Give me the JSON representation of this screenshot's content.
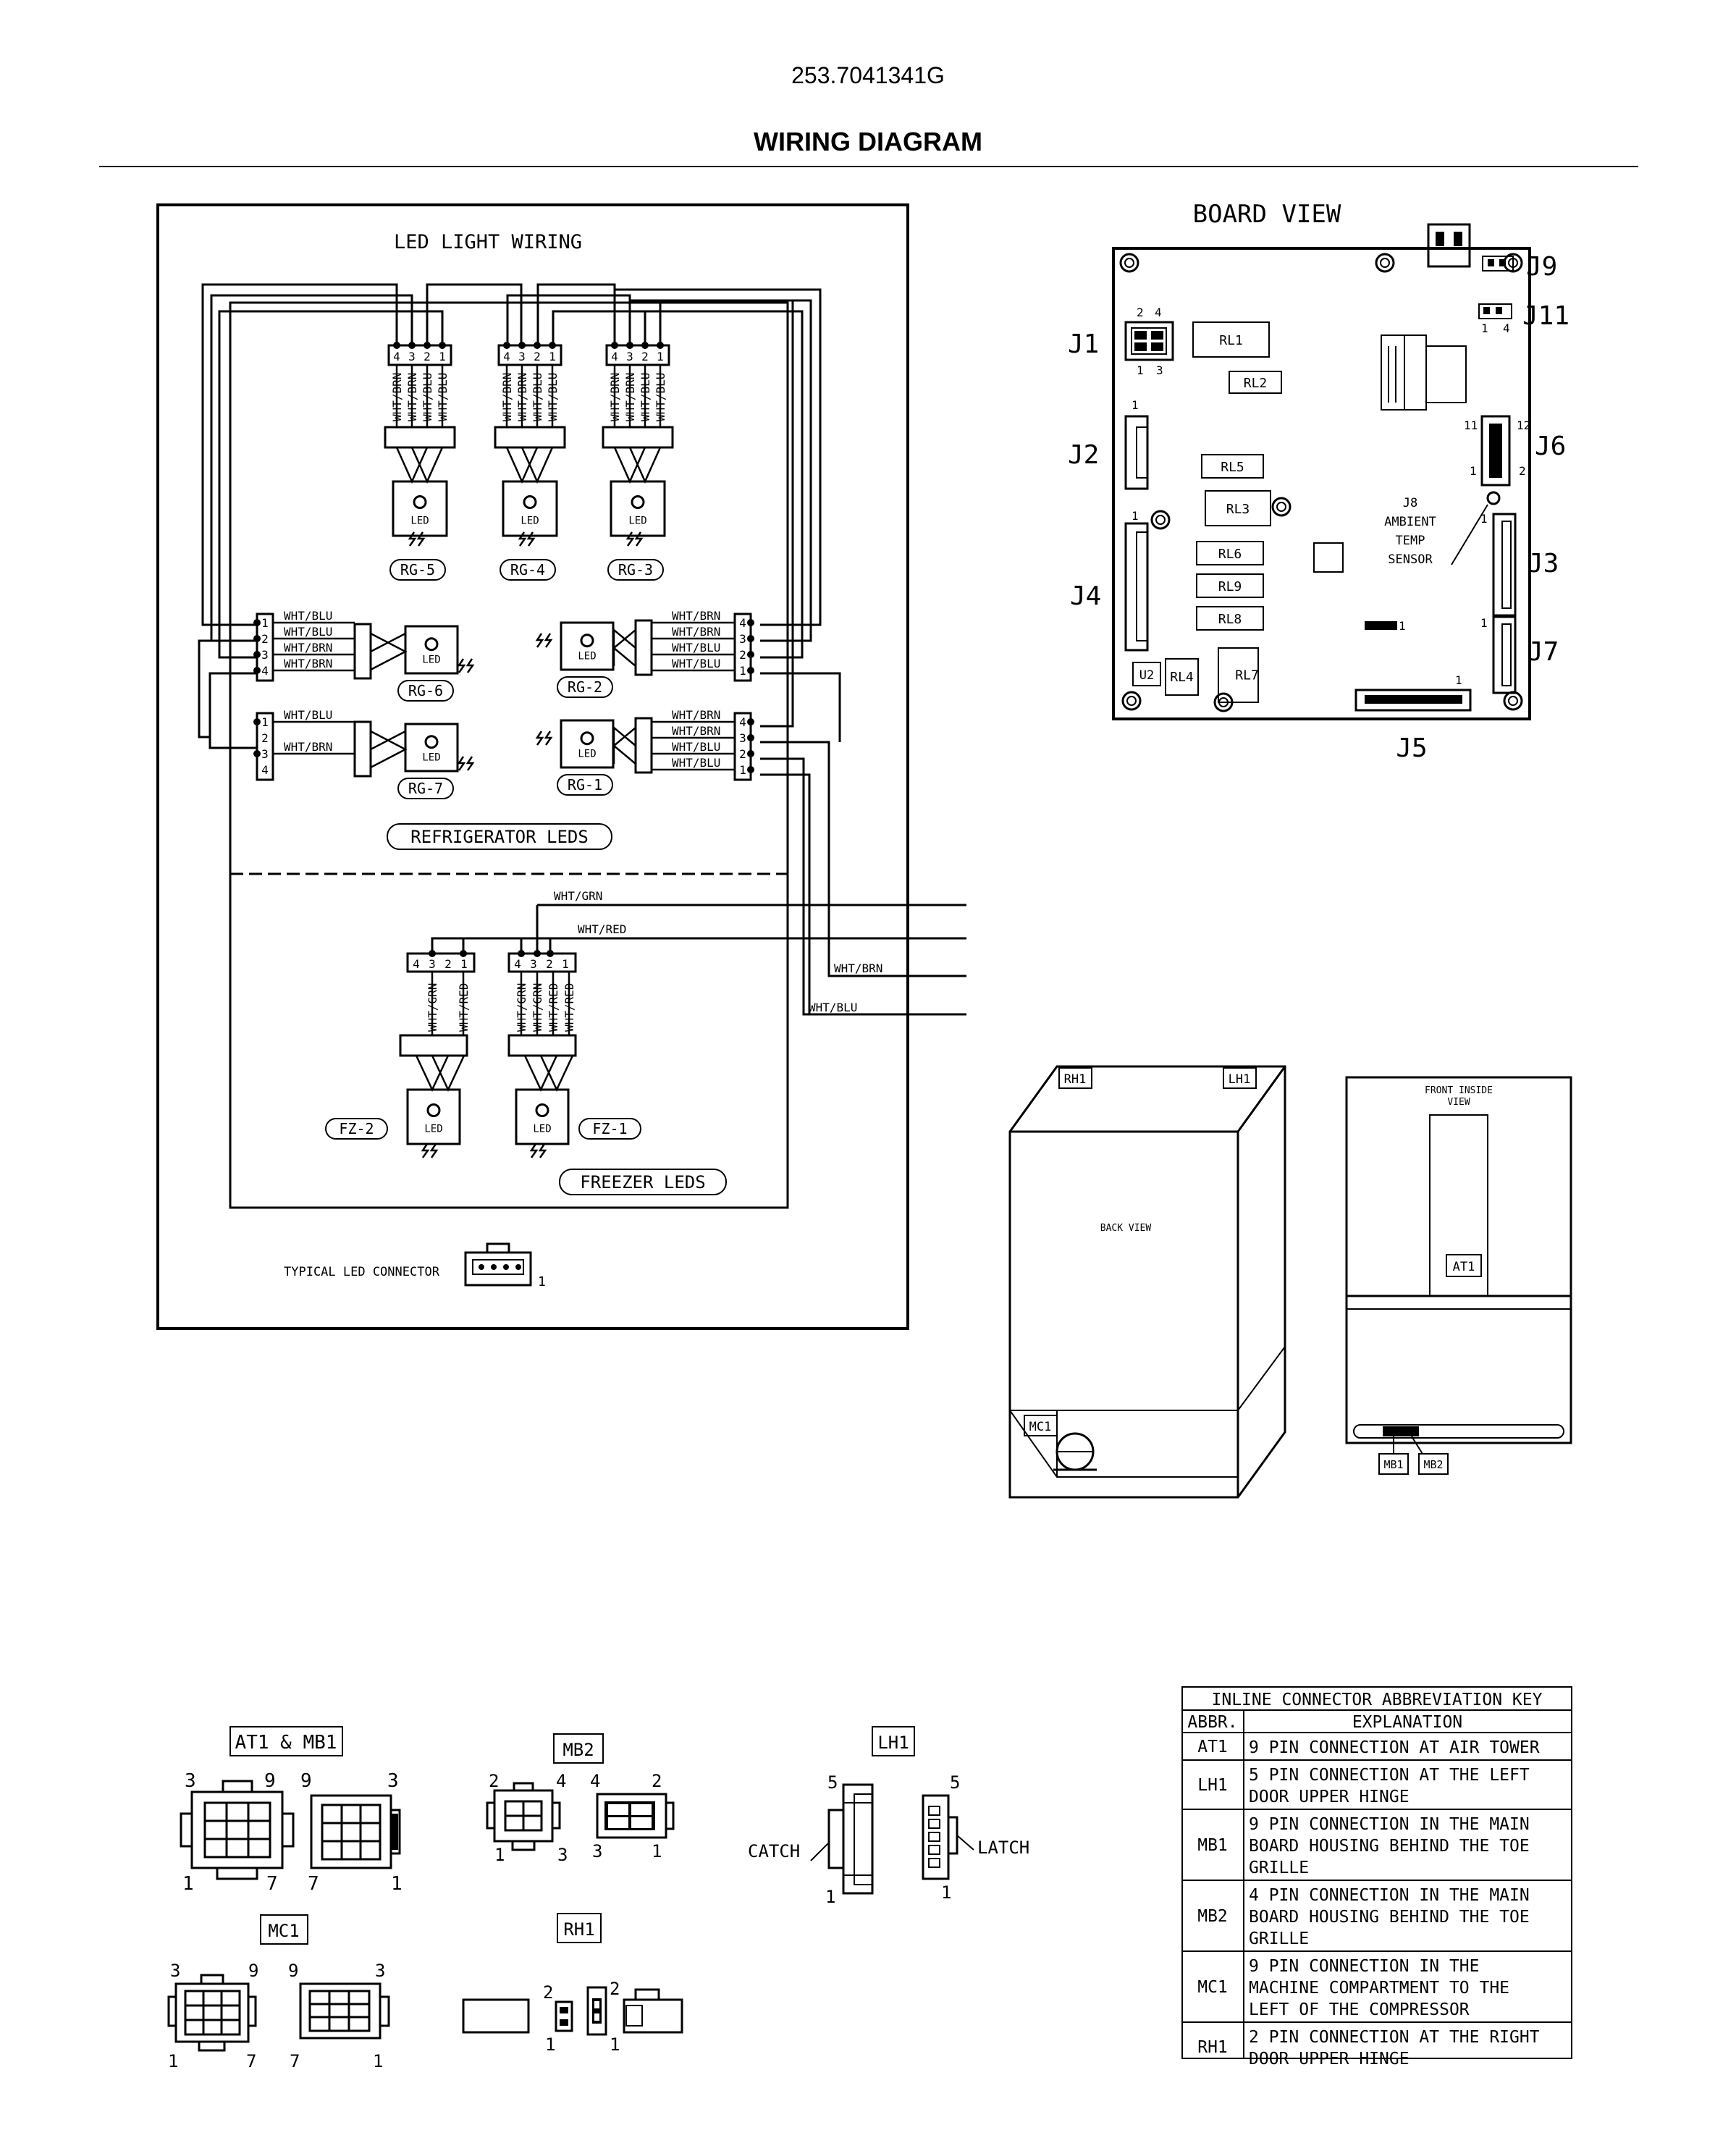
{
  "header": {
    "model_number": "253.7041341G",
    "title": "WIRING DIAGRAM"
  },
  "led_panel": {
    "title": "LED LIGHT WIRING",
    "top_pins": [
      "4",
      "3",
      "2",
      "1"
    ],
    "top_wire_labels": [
      "WHT/BRN",
      "WHT/BRN",
      "WHT/BLU",
      "WHT/BLU"
    ],
    "led_text": "LED",
    "top_modules": [
      "RG-5",
      "RG-4",
      "RG-3"
    ],
    "left_conn1_labels": [
      "WHT/BLU",
      "WHT/BLU",
      "WHT/BRN",
      "WHT/BRN"
    ],
    "left_conn2_labels": [
      "WHT/BLU",
      "WHT/BRN"
    ],
    "left_pins": [
      "1",
      "2",
      "3",
      "4"
    ],
    "right_conn_labels": [
      "WHT/BRN",
      "WHT/BRN",
      "WHT/BLU",
      "WHT/BLU"
    ],
    "right_pins": [
      "4",
      "3",
      "2",
      "1"
    ],
    "mid_modules": [
      "RG-6",
      "RG-2",
      "RG-7",
      "RG-1"
    ],
    "refrigerator_label": "REFRIGERATOR LEDS",
    "freezer_label": "FREEZER LEDS",
    "freezer_modules": [
      "FZ-2",
      "FZ-1"
    ],
    "fz2_wires": [
      "WHT/GRN",
      "WHT/RED"
    ],
    "fz1_wires": [
      "WHT/GRN",
      "WHT/GRN",
      "WHT/RED",
      "WHT/RED"
    ],
    "outgoing_wires": [
      "WHT/GRN",
      "WHT/RED",
      "WHT/BRN",
      "WHT/BLU"
    ],
    "typical_connector": "TYPICAL LED CONNECTOR",
    "typical_pin": "1"
  },
  "board": {
    "title": "BOARD VIEW",
    "connectors": [
      "J1",
      "J2",
      "J3",
      "J4",
      "J5",
      "J6",
      "J7",
      "J9",
      "J11"
    ],
    "relays": [
      "RL1",
      "RL2",
      "RL5",
      "RL3",
      "RL6",
      "RL9",
      "RL8",
      "RL4",
      "RL7"
    ],
    "u2": "U2",
    "j8_lines": [
      "J8",
      "AMBIENT",
      "TEMP",
      "SENSOR"
    ],
    "pin_labels": {
      "one": "1",
      "two": "2",
      "three": "3",
      "four": "4",
      "eleven": "11",
      "twelve": "12"
    }
  },
  "cabinet": {
    "back_view": "BACK VIEW",
    "front_view": [
      "FRONT INSIDE",
      "VIEW"
    ],
    "tags": [
      "RH1",
      "LH1",
      "MC1",
      "AT1",
      "MB1",
      "MB2"
    ]
  },
  "connector_details": {
    "titles": [
      "AT1 & MB1",
      "MB2",
      "LH1",
      "MC1",
      "RH1"
    ],
    "catch": "CATCH",
    "latch": "LATCH",
    "nums": {
      "n1": "1",
      "n2": "2",
      "n3": "3",
      "n4": "4",
      "n5": "5",
      "n7": "7",
      "n9": "9"
    }
  },
  "key_table": {
    "title": "INLINE CONNECTOR ABBREVIATION KEY",
    "col_abbr": "ABBR.",
    "col_expl": "EXPLANATION",
    "rows": [
      {
        "abbr": "AT1",
        "lines": [
          "9 PIN CONNECTION AT AIR TOWER"
        ]
      },
      {
        "abbr": "LH1",
        "lines": [
          "5 PIN CONNECTION AT THE LEFT",
          "DOOR UPPER HINGE"
        ]
      },
      {
        "abbr": "MB1",
        "lines": [
          "9 PIN CONNECTION IN THE MAIN",
          "BOARD HOUSING BEHIND THE TOE",
          "GRILLE"
        ]
      },
      {
        "abbr": "MB2",
        "lines": [
          "4 PIN CONNECTION IN THE MAIN",
          "BOARD HOUSING BEHIND THE TOE",
          "GRILLE"
        ]
      },
      {
        "abbr": "MC1",
        "lines": [
          "9 PIN CONNECTION IN THE",
          "MACHINE COMPARTMENT TO THE",
          "LEFT OF THE COMPRESSOR"
        ]
      },
      {
        "abbr": "RH1",
        "lines": [
          "2 PIN CONNECTION AT THE RIGHT",
          "DOOR UPPER HINGE"
        ]
      }
    ]
  }
}
